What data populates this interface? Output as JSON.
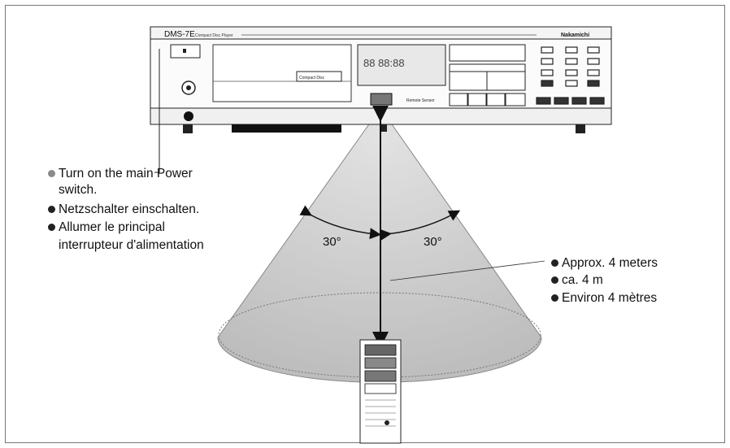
{
  "player": {
    "model": "DMS-7E",
    "subtitle": "Compact Disc Player",
    "brand": "Nakamichi",
    "display_digits": "88  88:88",
    "sensor_label": "Remote Sensor",
    "tray_label": "Compact Disc"
  },
  "power_instructions": [
    "Turn on the main Power",
    "switch.",
    "Netzschalter einschalten.",
    "Allumer le principal",
    "interrupteur d'alimentation"
  ],
  "distance_labels": [
    "Approx. 4 meters",
    "ca. 4 m",
    "Environ 4 mètres"
  ],
  "angle_left": "30°",
  "angle_right": "30°",
  "colors": {
    "cone": "#c9c9c9",
    "frame": "#777777",
    "ink": "#111111",
    "bullet_accent": "#8a8a8a"
  }
}
